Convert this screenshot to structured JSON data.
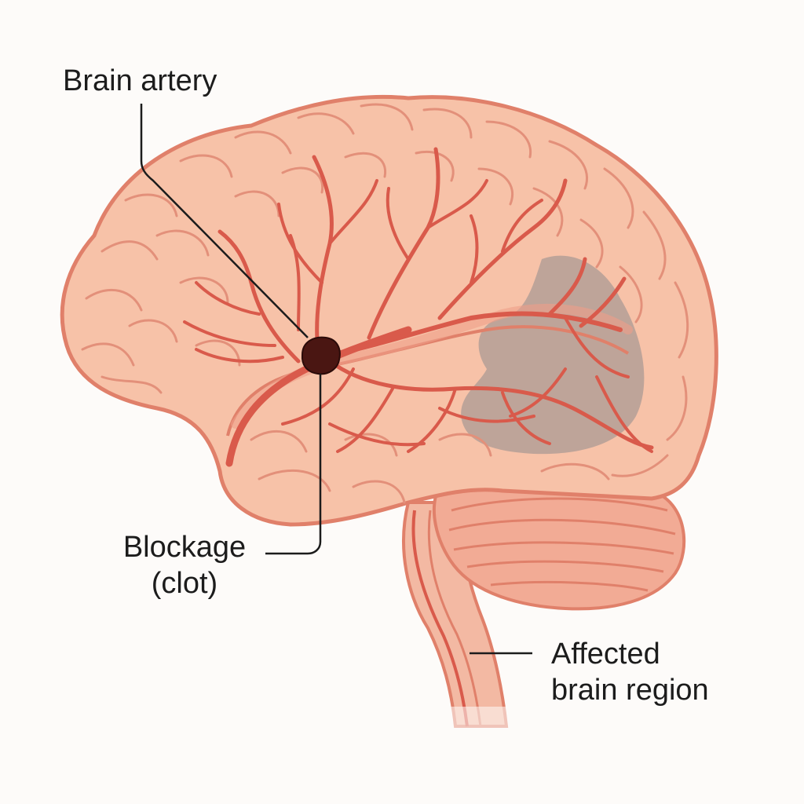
{
  "labels": {
    "brain_artery": "Brain artery",
    "blockage": [
      "Blockage",
      "(clot)"
    ],
    "affected_region": [
      "Affected",
      "brain region"
    ]
  },
  "colors": {
    "background": "#fdfbf9",
    "brain_fill": "#f7c2a8",
    "brain_outline": "#e0806a",
    "gyri_lines": "#e3907a",
    "artery": "#d95a4b",
    "clot": "#4a1612",
    "affected_region": "#b49f97",
    "cerebellum_fill": "#f2ab95",
    "brainstem_fill": "#f3b9a3",
    "leader_line": "#1c1c1c"
  }
}
